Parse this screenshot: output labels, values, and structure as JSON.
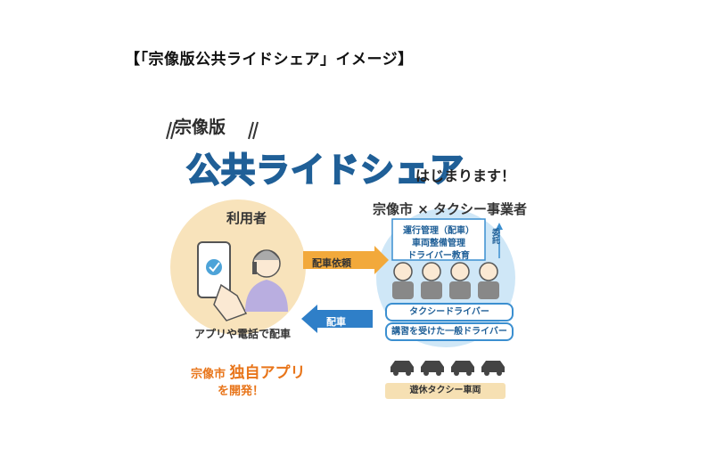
{
  "caption": "【「宗像版公共ライドシェア」イメージ】",
  "figure": {
    "subtitle": "宗像版",
    "main_title": "公共ライドシェア",
    "title_suffix": "はじまります！",
    "user": {
      "label": "利用者",
      "action": "アプリや電話で配車",
      "app_line1_prefix": "宗像市",
      "app_line1_highlight": "独自アプリ",
      "app_line2": "を開発！"
    },
    "operators": {
      "label": "宗像市 × タクシー事業者",
      "management": [
        "運行管理（配車）",
        "車両整備管理",
        "ドライバー教育"
      ],
      "side_label": "委託",
      "driver_bar_1": "タクシードライバー",
      "driver_bar_2": "講習を受けた一般ドライバー",
      "vehicles_label": "遊休タクシー車両"
    },
    "arrows": {
      "request": "配車依頼",
      "dispatch": "配車"
    },
    "colors": {
      "title_blue": "#4da3d8",
      "title_outline": "#1f5f97",
      "user_circle": "#f8e3bb",
      "operator_circle": "#cfe7f7",
      "arrow_orange": "#f2a93b",
      "arrow_blue": "#2f7fc8",
      "accent_orange": "#e8751a"
    },
    "icons": [
      "smartphone-icon",
      "hand-icon",
      "woman-on-phone-icon",
      "driver-icon",
      "car-icon",
      "checkmark-icon"
    ]
  }
}
